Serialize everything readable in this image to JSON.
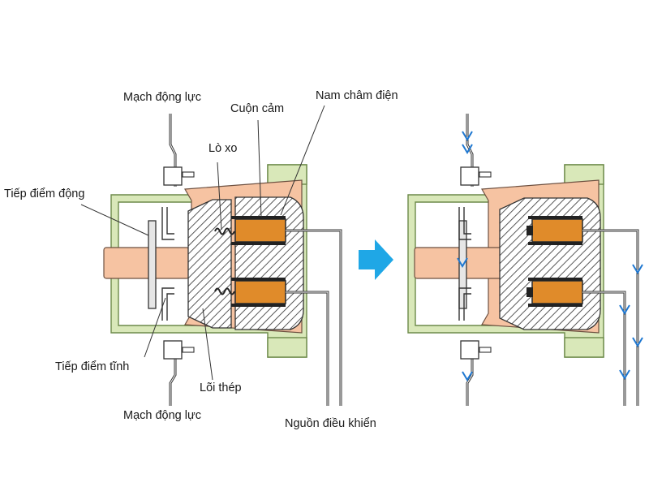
{
  "labels": {
    "power_circuit_top": "Mạch động lực",
    "inductor": "Cuộn cảm",
    "electromagnet": "Nam châm điện",
    "spring": "Lò xo",
    "moving_contact": "Tiếp điểm động",
    "fixed_contact": "Tiếp điểm tĩnh",
    "steel_core": "Lõi thép",
    "power_circuit_bottom": "Mạch động lực",
    "control_source": "Nguồn điều khiển"
  },
  "colors": {
    "frame_green": "#d9e8b9",
    "frame_green_stroke": "#6d8a4a",
    "armature_salmon": "#f6c3a2",
    "coil_orange": "#e08b2a",
    "arrow_blue": "#1fa7e6",
    "current_arrow_blue": "#1f78d1",
    "line_dark": "#333333"
  },
  "icons": {
    "transition": "right-arrow-icon",
    "current_flow": "chevron-down-icon"
  }
}
